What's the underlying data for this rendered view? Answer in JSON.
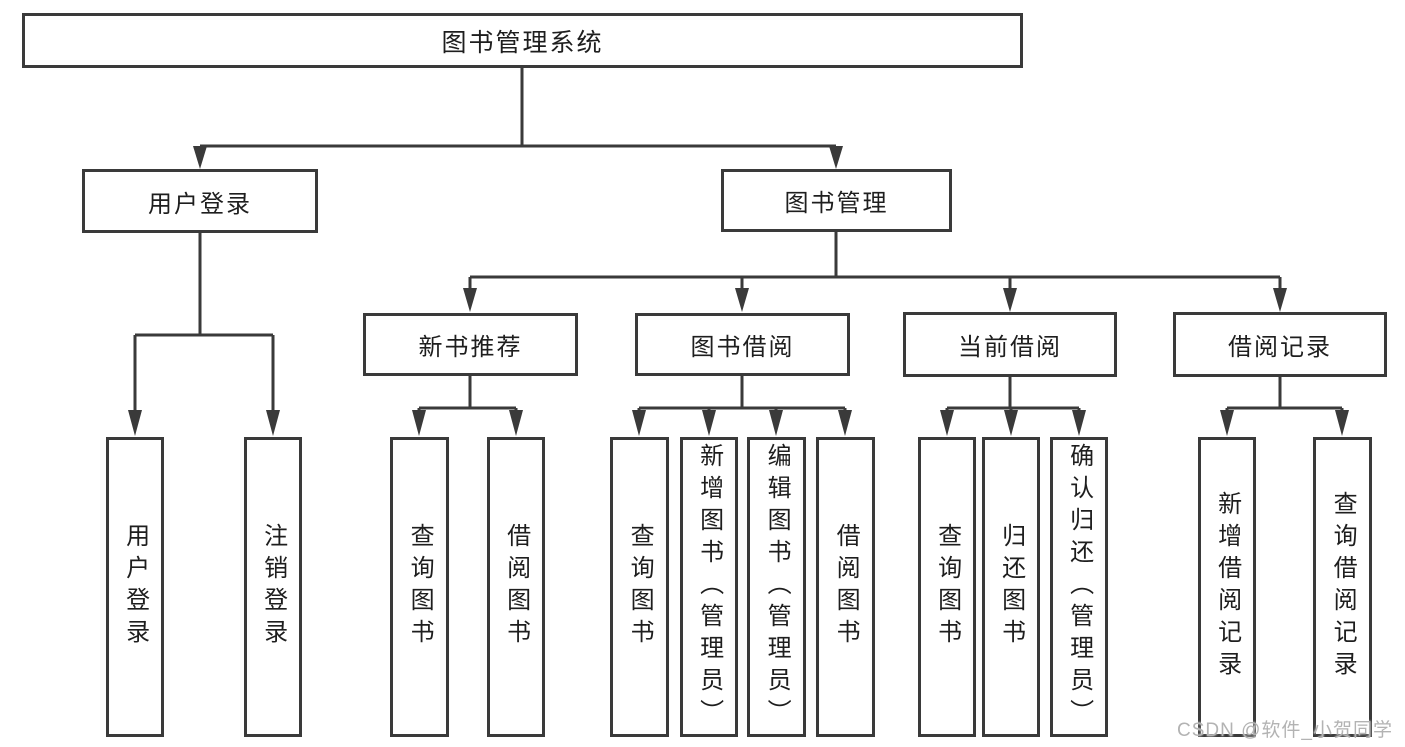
{
  "diagram_type": "hierarchy",
  "tree": {
    "label": "图书管理系统",
    "children": [
      {
        "label": "用户登录",
        "children": [
          {
            "label": "用户登录"
          },
          {
            "label": "注销登录"
          }
        ]
      },
      {
        "label": "图书管理",
        "children": [
          {
            "label": "新书推荐",
            "children": [
              {
                "label": "查询图书"
              },
              {
                "label": "借阅图书"
              }
            ]
          },
          {
            "label": "图书借阅",
            "children": [
              {
                "label": "查询图书"
              },
              {
                "label": "新增图书（管理员）"
              },
              {
                "label": "编辑图书（管理员）"
              },
              {
                "label": "借阅图书"
              }
            ]
          },
          {
            "label": "当前借阅",
            "children": [
              {
                "label": "查询图书"
              },
              {
                "label": "归还图书"
              },
              {
                "label": "确认归还（管理员）"
              }
            ]
          },
          {
            "label": "借阅记录",
            "children": [
              {
                "label": "新增借阅记录"
              },
              {
                "label": "查询借阅记录"
              }
            ]
          }
        ]
      }
    ]
  },
  "watermark": "CSDN @软件_小贺同学",
  "colors": {
    "line": "#3a3a3a",
    "text": "#1e1e1e",
    "box_fill": "#ffffff",
    "watermark": "#b3b3b3",
    "background": "#ffffff"
  }
}
